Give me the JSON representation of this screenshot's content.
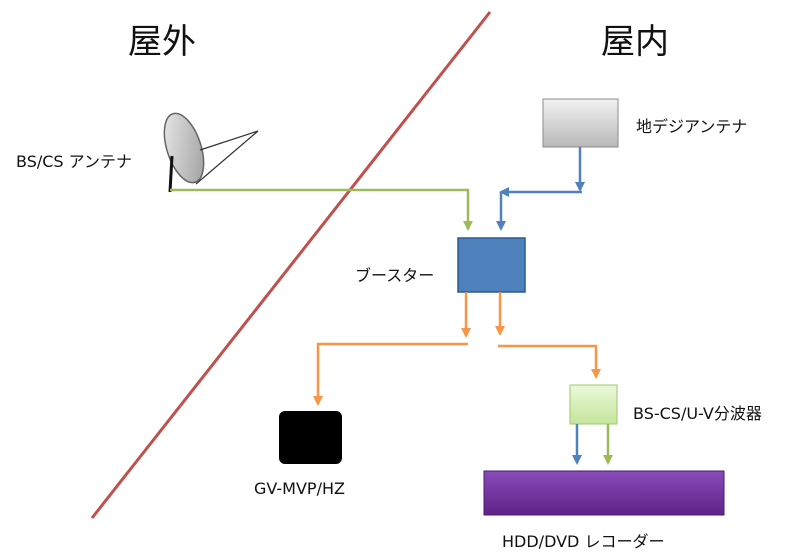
{
  "regions": {
    "outdoor": "屋外",
    "indoor": "屋内"
  },
  "labels": {
    "bs_cs_antenna": "BS/CS アンテナ",
    "terrestrial_antenna": "地デジアンテナ",
    "booster": "ブースター",
    "splitter": "BS-CS/U-V分波器",
    "gv_device": "GV-MVP/HZ",
    "recorder": "HDD/DVD レコーダー"
  },
  "colors": {
    "divider": "#c0504d",
    "booster": "#4f81bd",
    "booster_border": "#2c5a91",
    "splitter": "#d7f0b4",
    "recorder": "#7030a0",
    "device": "#000000",
    "antenna_box": "#d0d0d0",
    "green_line": "#9bbb59",
    "blue_line": "#4f81bd",
    "orange_line": "#f79646"
  }
}
